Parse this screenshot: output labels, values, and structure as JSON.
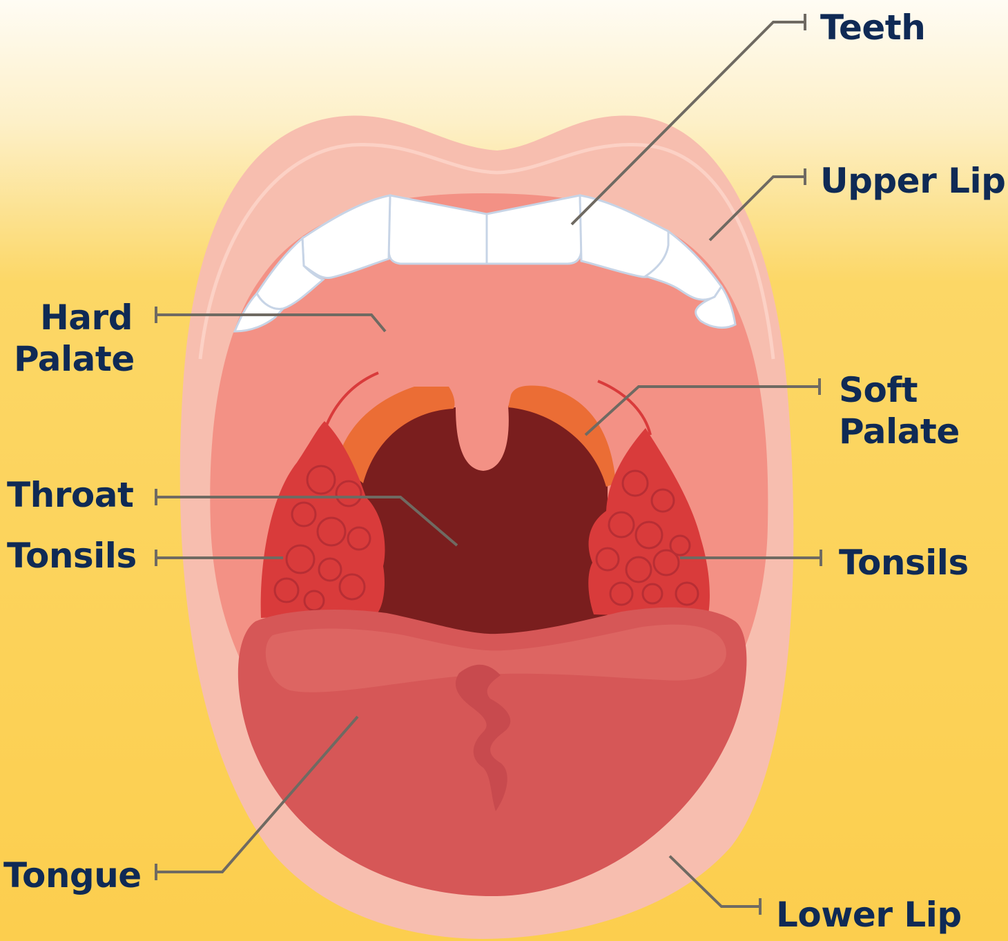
{
  "labels": {
    "teeth": "Teeth",
    "upper_lip": "Upper Lip",
    "hard_palate_line1": "Hard",
    "hard_palate_line2": "Palate",
    "soft_palate_line1": "Soft",
    "soft_palate_line2": "Palate",
    "throat": "Throat",
    "tonsils_left": "Tonsils",
    "tonsils_right": "Tonsils",
    "tongue": "Tongue",
    "lower_lip": "Lower Lip"
  },
  "colors": {
    "background_top": "#FFFCF4",
    "background_bottom": "#FCCE4E",
    "lip": "#F7BEAF",
    "lip_highlight": "#FBD2C6",
    "mouth_interior": "#F39185",
    "throat": "#7A1E1E",
    "soft_palate_edge": "#EB6D35",
    "tonsil": "#D93B3B",
    "tongue": "#D65757",
    "tongue_highlight": "#E06B66",
    "teeth": "#FFFFFF",
    "teeth_outline": "#C7D4E6",
    "label_text": "#0F2A55",
    "leader_line": "#6F6A62"
  }
}
